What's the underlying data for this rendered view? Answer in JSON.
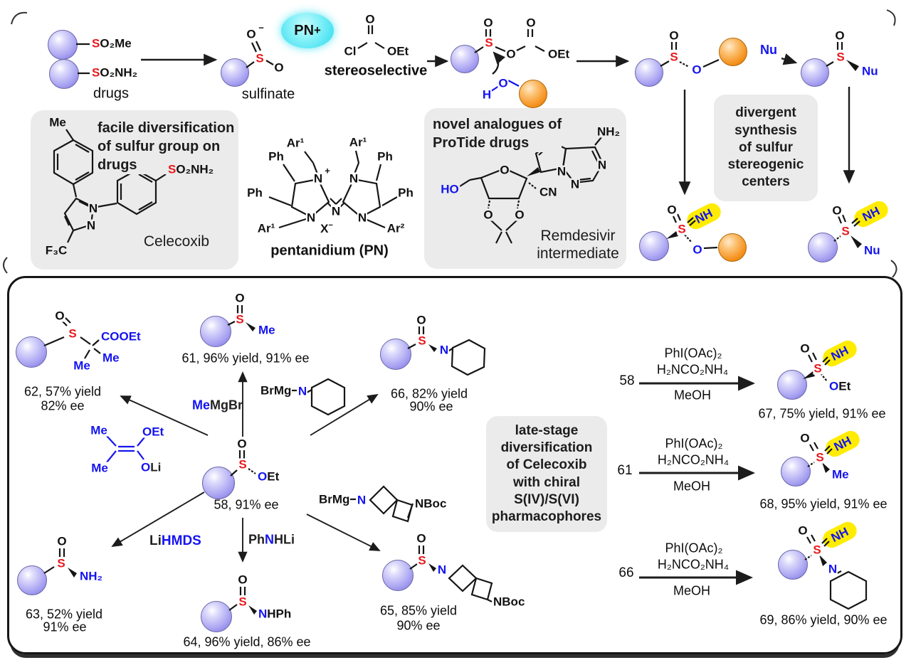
{
  "colors": {
    "sulfur_red": "#e8191d",
    "hetero_blue": "#1414f0",
    "highlight_yellow": "#ffec00",
    "pn_cyan": "#52e8f4",
    "sphere_blue": "#aba5f2",
    "sphere_orange": "#f5921e",
    "box_gray": "#ebebeb"
  },
  "atoms": {
    "s": "S",
    "o": "O",
    "n": "N",
    "h": "H",
    "cl": "Cl",
    "nu": "Nu",
    "nh": "NH",
    "nh2": "NH₂",
    "me": "Me",
    "oet": "OEt",
    "et": "Et",
    "cn": "CN",
    "ho": "HO",
    "x": "X",
    "plus": "+",
    "minus": "−",
    "nboc": "NBoc",
    "hph": "HPh",
    "li": "Li"
  },
  "top": {
    "drug_tag1_rest": "O₂Me",
    "drug_tag2_rest": "O₂NH₂",
    "drugs_label": "drugs",
    "sulfinate_label": "sulfinate",
    "pn_label": "PN",
    "stereoselective_label": "stereoselective",
    "divergent_note": "divergent\nsynthesis\nof sulfur\nstereogenic\ncenters"
  },
  "celecoxib": {
    "title": "facile diversification\nof sulfur group on\ndrugs",
    "name": "Celecoxib",
    "me": "Me",
    "f3c": "F₃C",
    "so2_rest": "O₂NH₂"
  },
  "pentanidium": {
    "label": "pentanidium (PN)",
    "ar1": "Ar¹",
    "ar2": "Ar²",
    "ph": "Ph"
  },
  "protide": {
    "title": "novel analogues of\nProTide drugs",
    "name": "Remdesivir\nintermediate",
    "nh2": "NH₂"
  },
  "panel": {
    "c62_line1": "62, 57% yield",
    "c62_line2": "82% ee",
    "c62_cooet": "COOEt",
    "c61_label": "61, 96% yield, 91% ee",
    "c66_line1": "66, 82% yield",
    "c66_line2": "90% ee",
    "c58_label": "58, 91% ee",
    "c63_line1": "63, 52% yield",
    "c63_line2": "91% ee",
    "c64_label": "64, 96% yield, 86% ee",
    "c65_line1": "65, 85% yield",
    "c65_line2": "90% ee",
    "c67_label": "67, 75% yield, 91% ee",
    "c68_label": "68, 95% yield, 91% ee",
    "c69_label": "69, 86% yield, 90% ee",
    "memgbr_me": "Me",
    "memgbr_rest": "MgBr",
    "brmg": "BrMg",
    "lihmds_li": "Li",
    "lihmds_rest": "HMDS",
    "phnhli_ph": "Ph",
    "phnhli_n": "N",
    "phnhli_rest": "HLi",
    "late_note": "late-stage\ndiversification\nof Celecoxib\nwith chiral\nS(IV)/S(VI)\npharmacophores",
    "ox_reagent1": "PhI(OAc)₂",
    "ox_reagent2": "H₂NCO₂NH₄",
    "ox_solvent": "MeOH",
    "ox_reactants": [
      "58",
      "61",
      "66"
    ]
  }
}
